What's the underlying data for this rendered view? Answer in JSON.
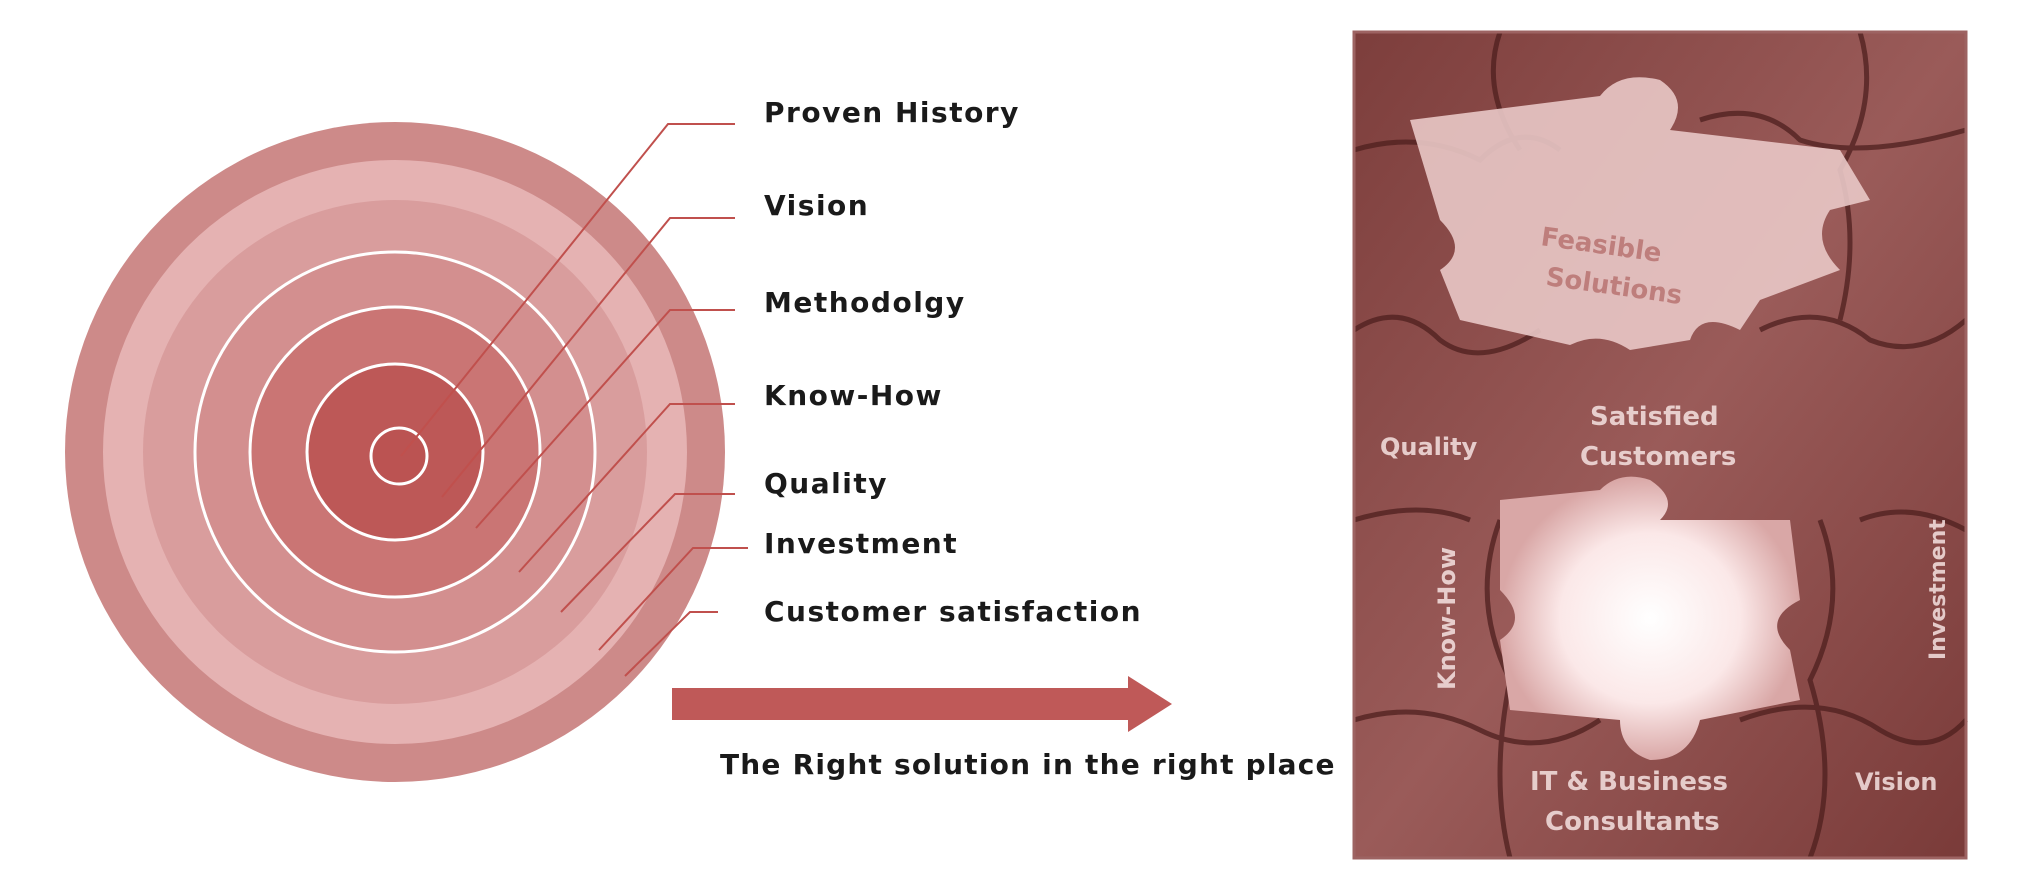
{
  "diagram": {
    "labels": [
      "Proven History",
      "Vision",
      "Methodolgy",
      "Know-How",
      "Quality",
      "Investment",
      "Customer satisfaction"
    ],
    "caption": "The Right solution in the right place"
  },
  "puzzle": {
    "pieces": {
      "feasible": "Feasible Solutions",
      "satisfied": "Satisfied Customers",
      "quality": "Quality",
      "knowhow": "Know-How",
      "investment": "Investment",
      "it": "IT & Business Consultants",
      "vision": "Vision"
    }
  },
  "colors": {
    "ring_dark": "#cd8a89",
    "ring_light": "#e5b0b1",
    "core": "#bb5352",
    "leader": "#c0504d",
    "arrow": "#bf5958",
    "photo": "#8a4a48"
  }
}
